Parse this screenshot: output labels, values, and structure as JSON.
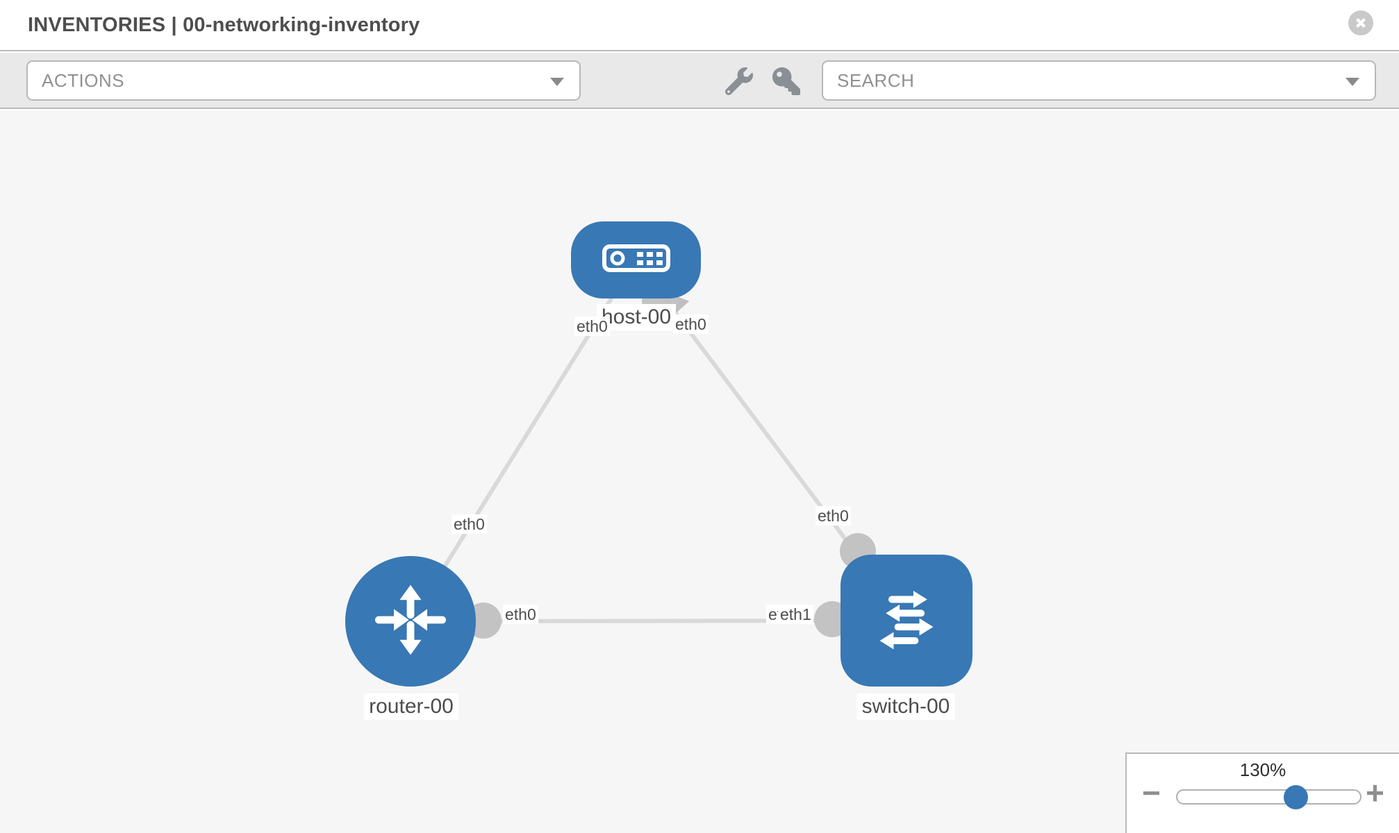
{
  "header": {
    "title": "INVENTORIES | 00-networking-inventory"
  },
  "toolbar": {
    "actions_label": "ACTIONS",
    "search_placeholder": "SEARCH",
    "icons": [
      "wrench-icon",
      "key-icon"
    ]
  },
  "colors": {
    "node_blue": "#3878b4",
    "link_gray": "#d9d9d9",
    "port_gray": "#c3c3c3",
    "toolbar_bg": "#e9e9e9",
    "canvas_bg": "#f6f6f6"
  },
  "topology": {
    "nodes": [
      {
        "id": "host-00",
        "type": "host",
        "label": "host-00"
      },
      {
        "id": "router-00",
        "type": "router",
        "label": "router-00"
      },
      {
        "id": "switch-00",
        "type": "switch",
        "label": "switch-00"
      }
    ],
    "links": [
      {
        "source": "host-00",
        "target": "router-00",
        "source_label": "eth0",
        "target_label": "eth0"
      },
      {
        "source": "host-00",
        "target": "switch-00",
        "source_label": "eth0",
        "target_label": "eth0"
      },
      {
        "source": "router-00",
        "target": "switch-00",
        "source_label": "eth0",
        "target_labels": [
          "eth0",
          "eth1"
        ]
      }
    ]
  },
  "zoom_widget": {
    "level": "130%",
    "minus_label": "−",
    "plus_label": "+"
  }
}
